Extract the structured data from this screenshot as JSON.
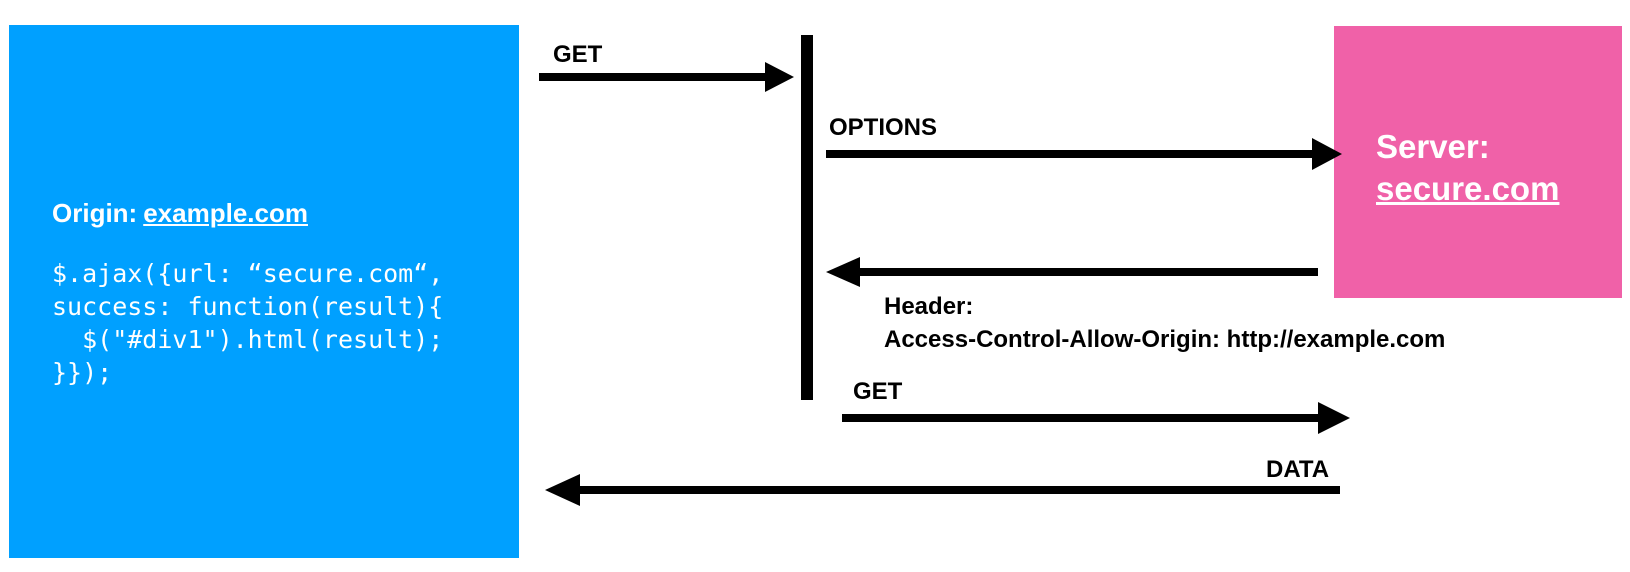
{
  "origin": {
    "label": "Origin:",
    "domain": "example.com",
    "code": "$.ajax({url: “secure.com“,\nsuccess: function(result){\n  $(\"#div1\").html(result);\n}});"
  },
  "server": {
    "label": "Server:",
    "domain": "secure.com"
  },
  "messages": {
    "get_1": "GET",
    "options": "OPTIONS",
    "header_title": "Header:",
    "header_value": "Access-Control-Allow-Origin: http://example.com",
    "get_2": "GET",
    "data": "DATA"
  },
  "colors": {
    "origin_box": "#00a0ff",
    "server_box": "#f061a8",
    "arrows": "#000000"
  }
}
